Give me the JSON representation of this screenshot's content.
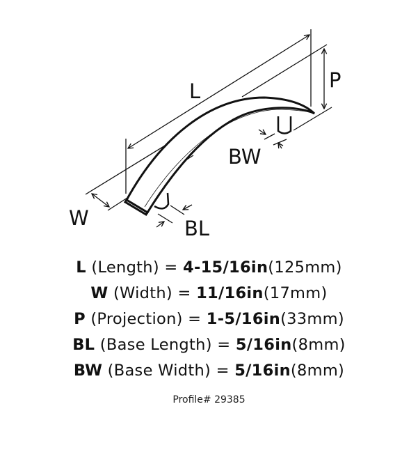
{
  "diagram": {
    "labels": {
      "L": "L",
      "W": "W",
      "P": "P",
      "BL": "BL",
      "BW": "BW"
    }
  },
  "specs": [
    {
      "key": "L",
      "name": "(Length) =",
      "imperial": "4-15/16in",
      "metric": "(125mm)"
    },
    {
      "key": "W",
      "name": "(Width) =",
      "imperial": "11/16in",
      "metric": "(17mm)"
    },
    {
      "key": "P",
      "name": "(Projection) =",
      "imperial": "1-5/16in",
      "metric": "(33mm)"
    },
    {
      "key": "BL",
      "name": "(Base Length) =",
      "imperial": "5/16in",
      "metric": "(8mm)"
    },
    {
      "key": "BW",
      "name": "(Base Width) =",
      "imperial": "5/16in",
      "metric": "(8mm)"
    }
  ],
  "profile": "Profile# 29385"
}
